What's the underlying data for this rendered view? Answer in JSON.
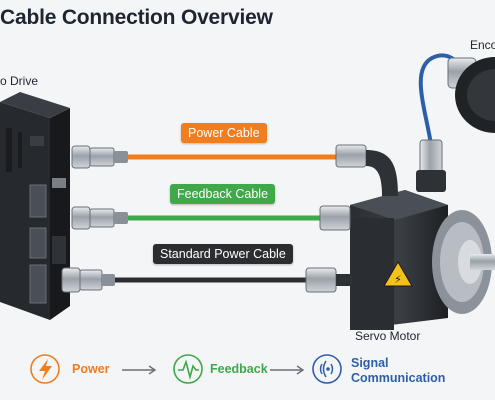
{
  "header": {
    "title": "Cable Connection Overview"
  },
  "labels": {
    "drive": "o Drive",
    "encoder": "Enco",
    "motor": "Servo Motor"
  },
  "cables": {
    "power": {
      "label": "Power Cable",
      "color": "#f07d1e"
    },
    "feedback": {
      "label": "Feedback Cable",
      "color": "#3ea84a"
    },
    "standard": {
      "label": "Standard Power Cable",
      "color": "#2b2d31"
    },
    "encoder_color": "#2d5fa8"
  },
  "legend": {
    "power": {
      "label": "Power",
      "icon": "lightning-icon",
      "color": "#f07d1e"
    },
    "feedback": {
      "label": "Feedback",
      "icon": "waveform-icon",
      "color": "#3ea84a"
    },
    "signal": {
      "line1": "Signal",
      "line2": "Communication",
      "icon": "signal-waves-icon",
      "color": "#2d5fa8"
    }
  }
}
